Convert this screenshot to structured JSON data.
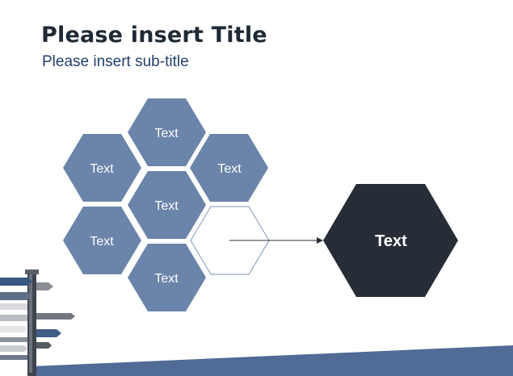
{
  "slide": {
    "title": "Please insert Title",
    "subtitle": "Please insert sub-title"
  },
  "diagram": {
    "cluster": [
      {
        "label": "Text"
      },
      {
        "label": "Text"
      },
      {
        "label": "Text"
      },
      {
        "label": "Text"
      },
      {
        "label": "Text"
      },
      {
        "label": "Text"
      },
      {
        "label": ""
      }
    ],
    "target": {
      "label": "Text"
    }
  },
  "colors": {
    "hex_fill": "#6b84aa",
    "target_fill": "#272d37",
    "outline_stroke": "#7f95b6",
    "footer_band": "#4f6b96",
    "title_text": "#1f2a36",
    "subtitle_text": "#23406b"
  },
  "icons": {
    "signpost": "signpost-icon",
    "arrow": "arrow-right-icon"
  }
}
